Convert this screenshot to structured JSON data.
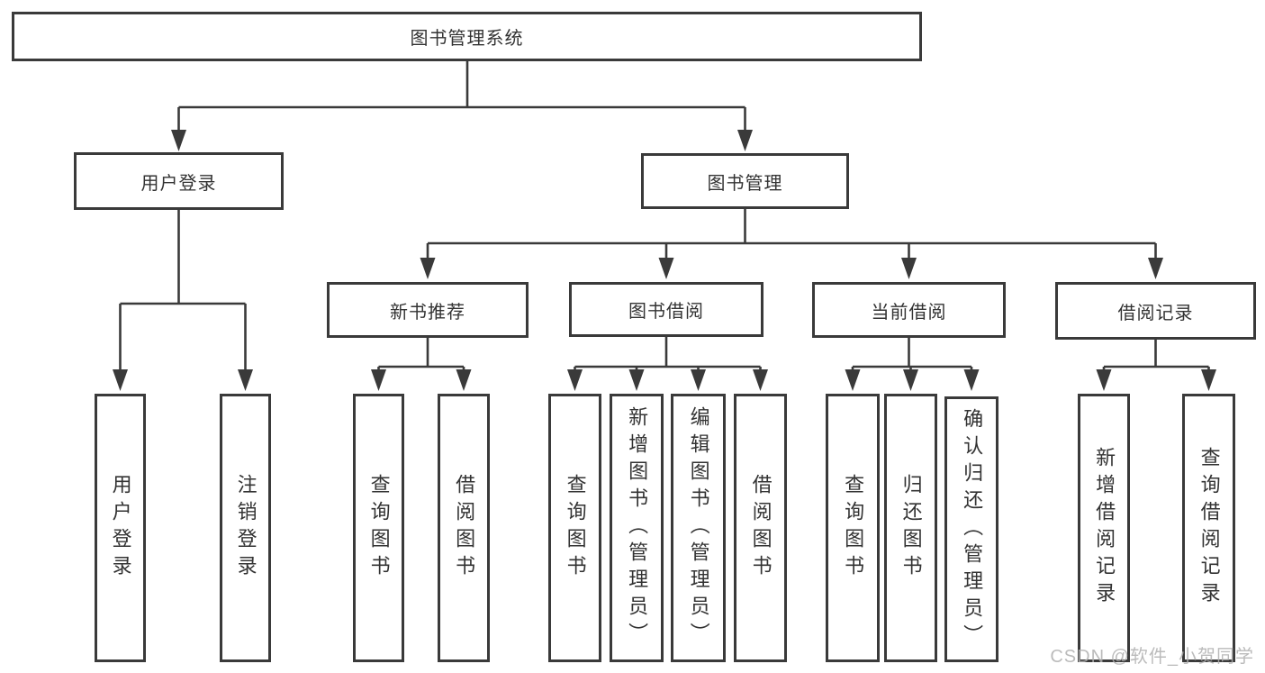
{
  "root": {
    "label": "图书管理系统"
  },
  "branches": [
    {
      "label": "用户登录",
      "children": [
        "用户登录",
        "注销登录"
      ]
    },
    {
      "label": "图书管理"
    }
  ],
  "modules": [
    {
      "label": "新书推荐",
      "children": [
        "查询图书",
        "借阅图书"
      ]
    },
    {
      "label": "图书借阅",
      "children": [
        "查询图书",
        "新增图书（管理员）",
        "编辑图书（管理员）",
        "借阅图书"
      ]
    },
    {
      "label": "当前借阅",
      "children": [
        "查询图书",
        "归还图书",
        "确认归还（管理员）"
      ]
    },
    {
      "label": "借阅记录",
      "children": [
        "新增借阅记录",
        "查询借阅记录"
      ]
    }
  ],
  "watermark": "CSDN @软件_小贺同学",
  "colors": {
    "line": "#3a3a3a",
    "text": "#333333",
    "watermark": "#b0b0b0",
    "background": "#ffffff"
  }
}
